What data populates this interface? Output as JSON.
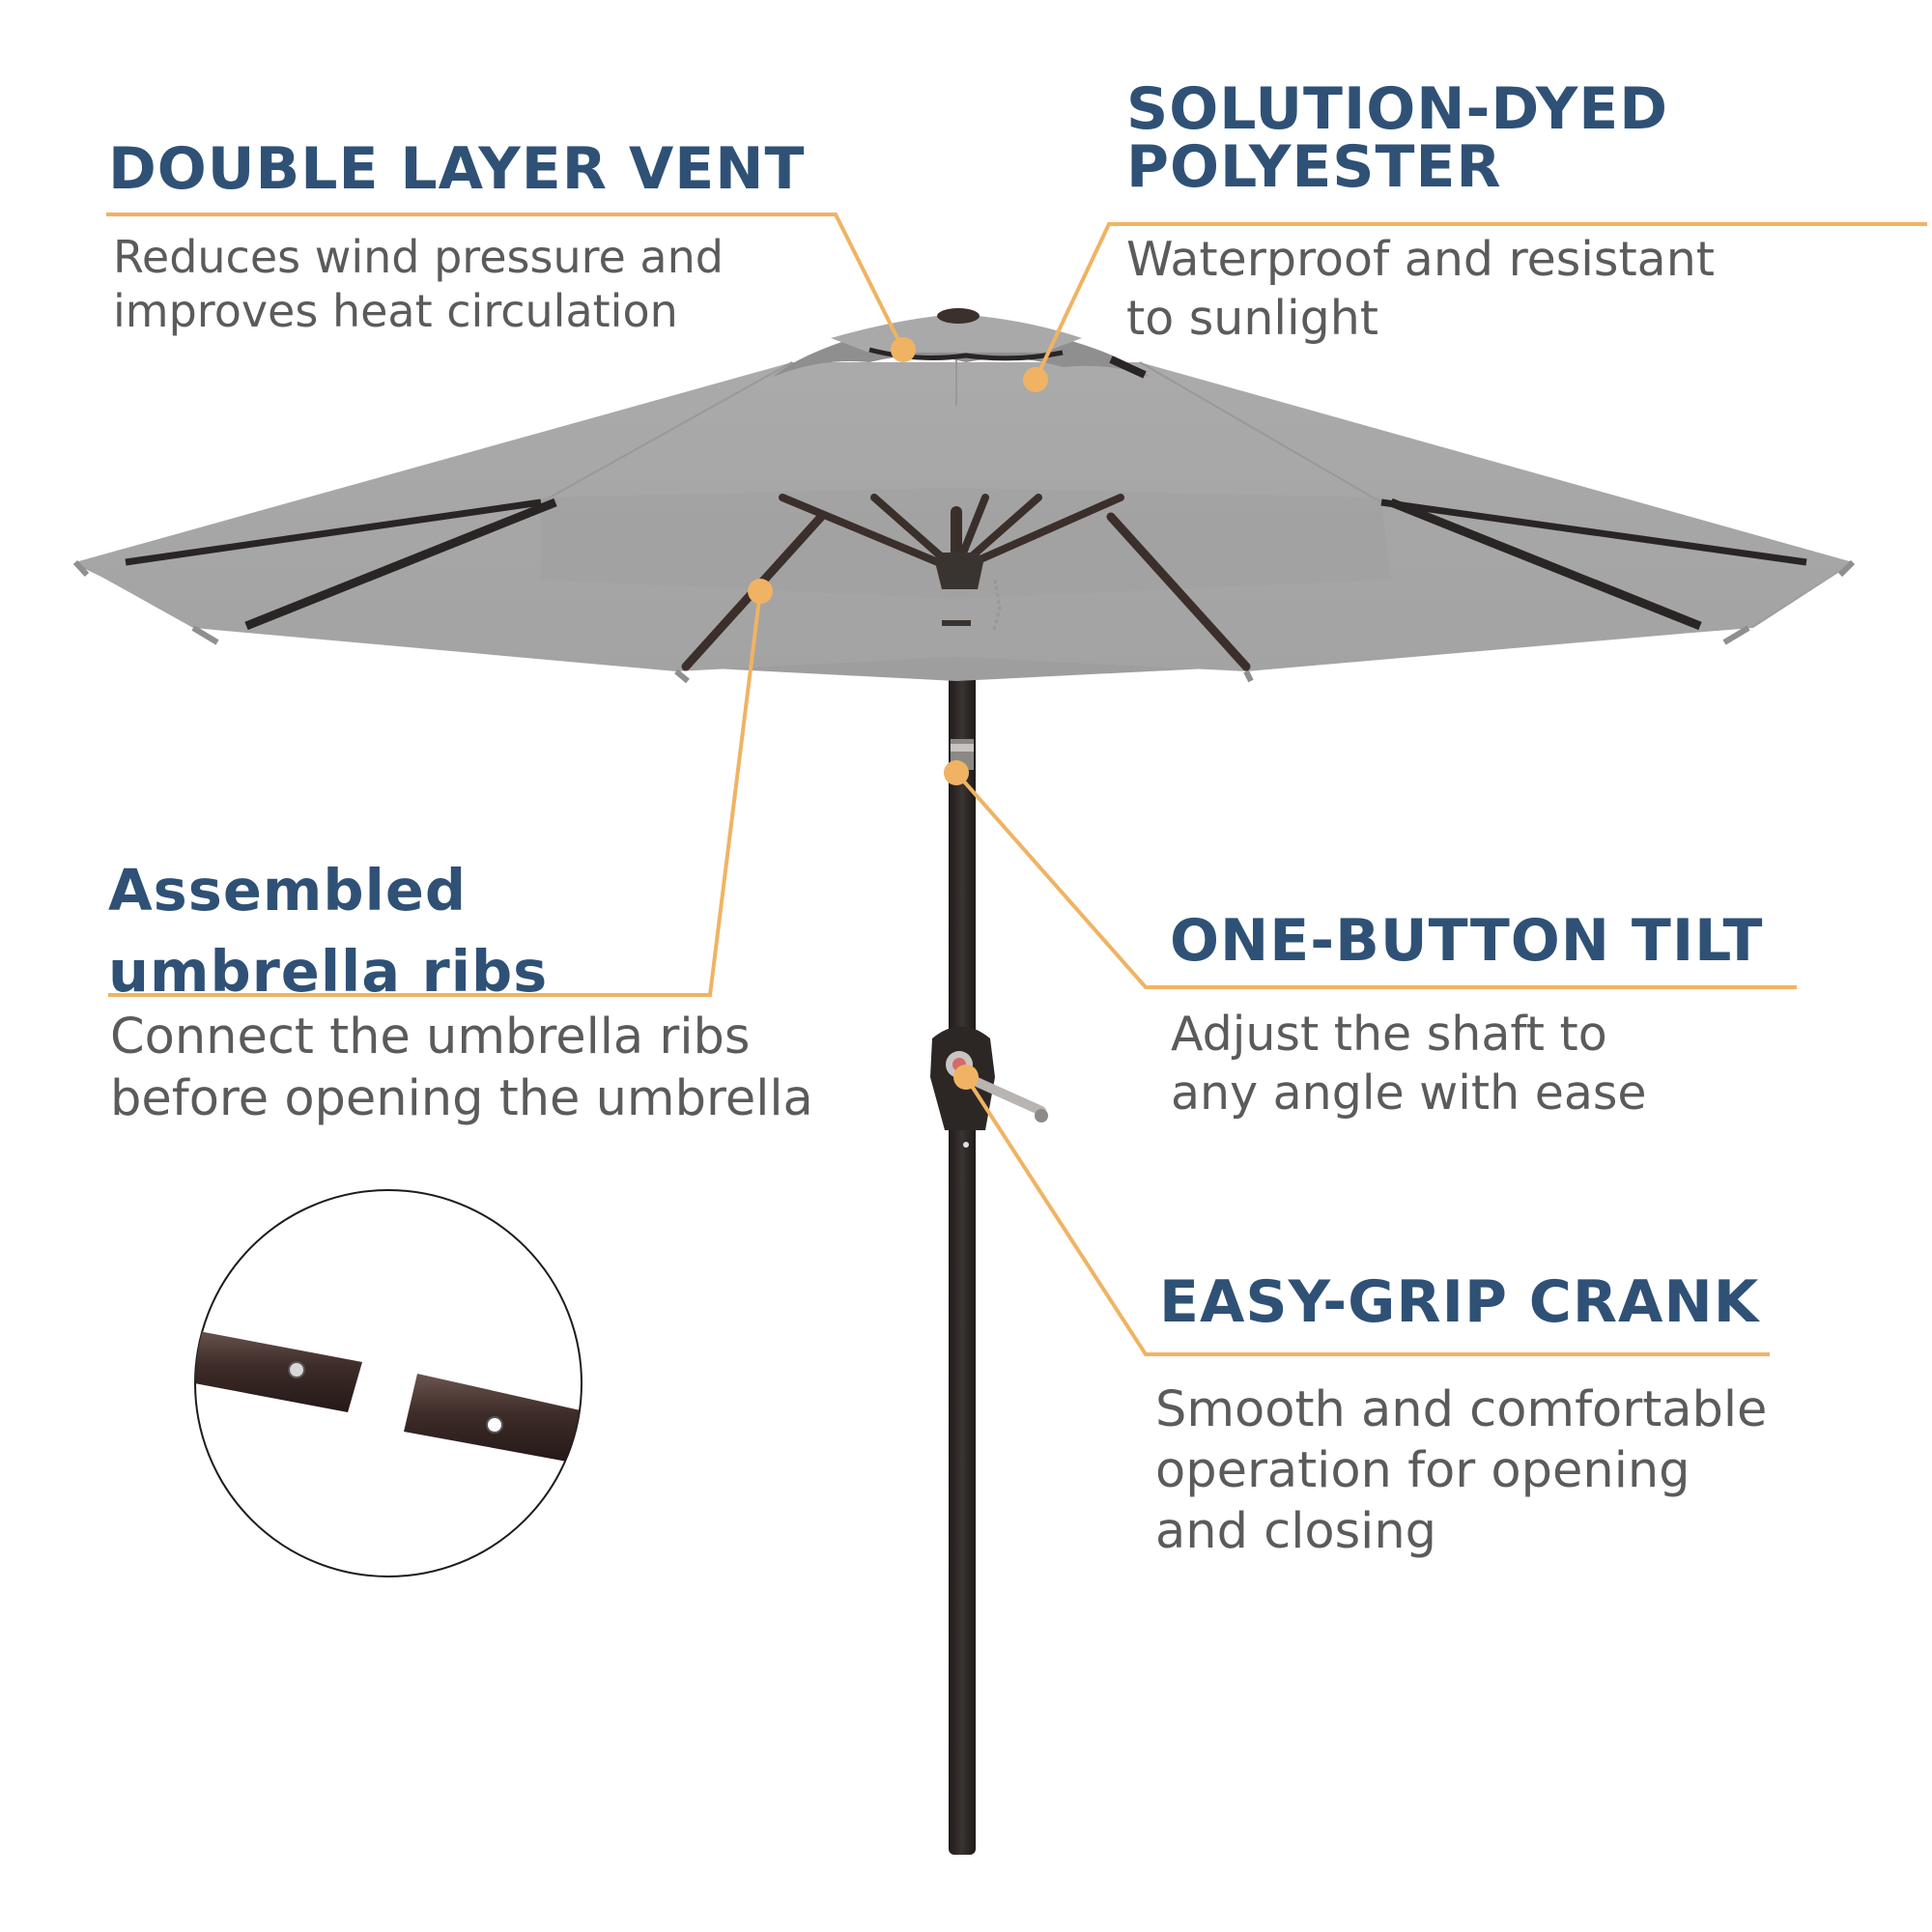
{
  "features": {
    "vent": {
      "title": "DOUBLE LAYER VENT",
      "desc": [
        "Reduces wind pressure and",
        "improves heat circulation"
      ]
    },
    "fabric": {
      "title": [
        "SOLUTION-DYED",
        "POLYESTER"
      ],
      "desc": [
        "Waterproof and resistant",
        "to sunlight"
      ]
    },
    "ribs": {
      "title": [
        "Assembled",
        "umbrella ribs"
      ],
      "desc": [
        "Connect the umbrella ribs",
        "before  opening the umbrella"
      ]
    },
    "tilt": {
      "title": "ONE-BUTTON TILT",
      "desc": [
        "Adjust the shaft to",
        "any angle with ease"
      ]
    },
    "crank": {
      "title": "EASY-GRIP CRANK",
      "desc": [
        "Smooth and comfortable",
        "operation for opening",
        "and closing"
      ]
    }
  },
  "colors": {
    "title": "#2f5176",
    "description": "#5b5b5b",
    "callout_line": "#f0b363",
    "canopy": "#a6a6a6",
    "pole": "#2e2a28",
    "background": "#ffffff"
  }
}
